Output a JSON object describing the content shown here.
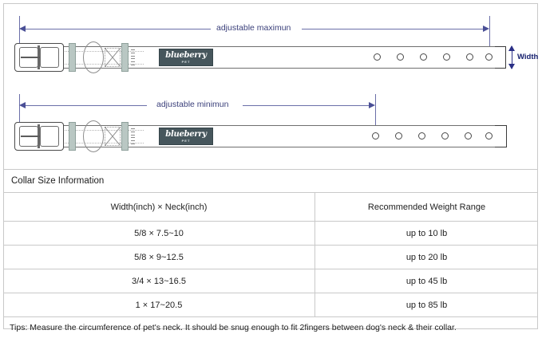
{
  "diagram": {
    "top_collar": {
      "dimension_label": "adjustable maximun",
      "width_label": "Width",
      "logo_primary": "blueberry",
      "logo_secondary": "PET",
      "hole_count": 6
    },
    "bottom_collar": {
      "dimension_label": "adjustable minimun",
      "logo_primary": "blueberry",
      "logo_secondary": "PET",
      "hole_count": 6
    }
  },
  "table": {
    "title": "Collar Size Information",
    "headers": [
      "Width(inch)  ×  Neck(inch)",
      "Recommended Weight Range"
    ],
    "rows": [
      [
        "5/8 × 7.5~10",
        "up to 10 lb"
      ],
      [
        "5/8 × 9~12.5",
        "up to 20 lb"
      ],
      [
        "3/4 × 13~16.5",
        "up to 45 lb"
      ],
      [
        "1 × 17~20.5",
        "up to 85 lb"
      ]
    ],
    "tips": "Tips: Measure the circumference of pet's neck. It should be snug enough to fit 2fingers between dog's neck & their collar."
  },
  "colors": {
    "dimension_blue": "#6b6fa8",
    "arrow_blue": "#4a4f96",
    "width_blue": "#16206e",
    "logo_bg": "#46565c",
    "keeper": "#b9c7c3",
    "border": "#c9c9c9"
  }
}
